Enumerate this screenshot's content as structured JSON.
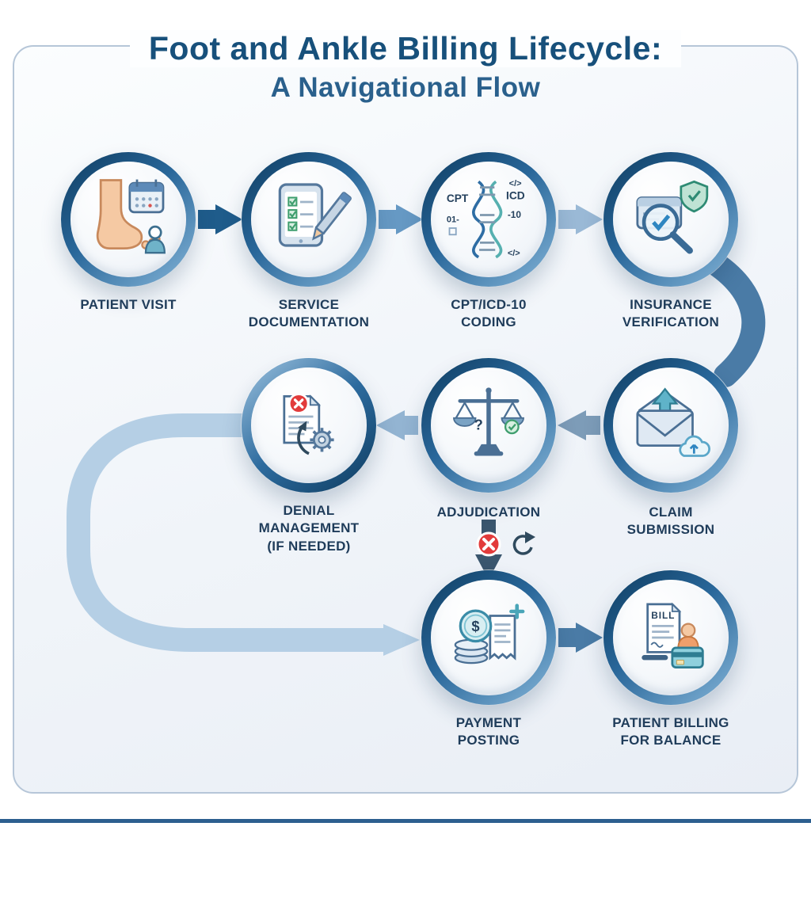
{
  "title": {
    "line1": "Foot and Ankle Billing Lifecycle:",
    "line2": "A Navigational Flow"
  },
  "nodes": {
    "patient_visit": {
      "label": "PATIENT VISIT"
    },
    "service_documentation": {
      "label": "SERVICE\nDOCUMENTATION"
    },
    "cpt_icd_coding": {
      "label": "CPT/ICD-10\nCODING",
      "icon_text": {
        "cpt": "CPT",
        "left_code": "01-",
        "icd": "ICD",
        "icd10": "-10",
        "code_top": "</>",
        "code_bottom": "</>"
      }
    },
    "insurance_verification": {
      "label": "INSURANCE\nVERIFICATION"
    },
    "claim_submission": {
      "label": "CLAIM\nSUBMISSION"
    },
    "adjudication": {
      "label": "ADJUDICATION",
      "icon_text": {
        "question": "?"
      }
    },
    "denial_management": {
      "label": "DENIAL\nMANAGEMENT\n(IF NEEDED)"
    },
    "payment_posting": {
      "label": "PAYMENT\nPOSTING",
      "icon_text": {
        "dollar": "$"
      }
    },
    "patient_billing": {
      "label": "PATIENT BILLING\nFOR BALANCE",
      "icon_text": {
        "bill": "BILL"
      }
    }
  },
  "icons": {
    "patient_visit": "foot-calendar-person-icon",
    "service_documentation": "tablet-checklist-pencil-icon",
    "cpt_icd_coding": "dna-code-icon",
    "insurance_verification": "card-shield-magnifier-icon",
    "claim_submission": "envelope-upload-cloud-icon",
    "adjudication": "balance-scale-icon",
    "denial_management": "document-x-gear-icon",
    "payment_posting": "coins-receipt-icon",
    "patient_billing": "bill-person-card-icon",
    "denied_badge": "red-x-icon",
    "resubmit": "refresh-cycle-icon"
  },
  "colors": {
    "title_navy": "#17507b",
    "label_navy": "#1f3c5a",
    "ring_dark": "#0e3c60",
    "ring_light": "#86b6d9",
    "arrow_dark": "#1f5c8b",
    "arrow_medium": "#4a7ba6",
    "arrow_light": "#b5cfe5",
    "alert_red": "#e23b3b",
    "frame_border": "#b6c6d8",
    "background": "#eef2f8",
    "divider": "#2c5f8f"
  }
}
